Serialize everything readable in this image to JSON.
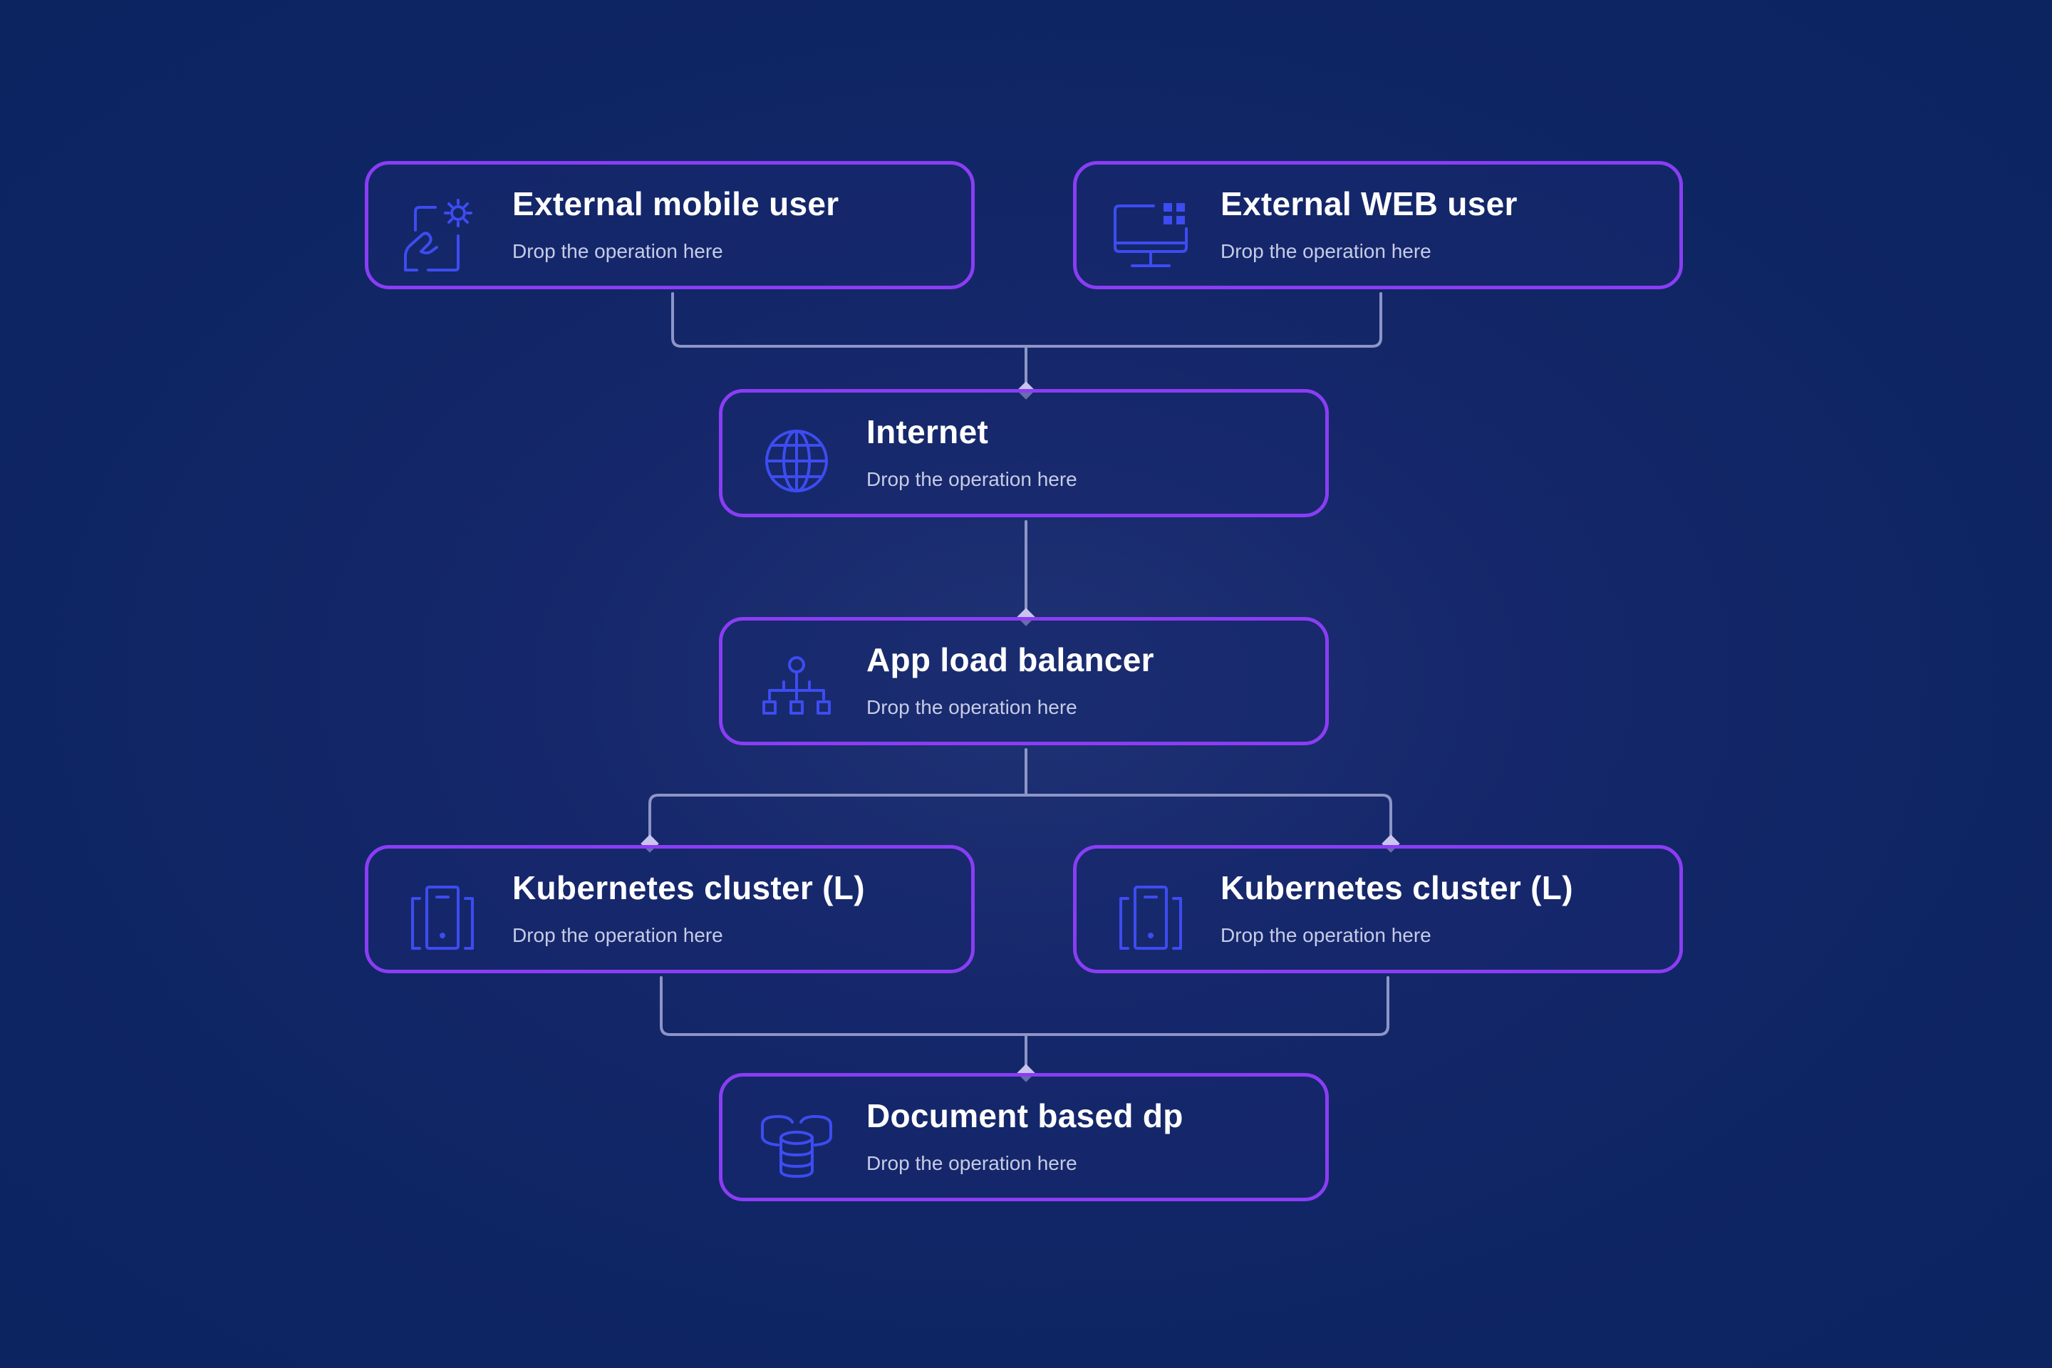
{
  "nodes": [
    {
      "id": "mobile-user",
      "title": "External mobile user",
      "subtitle": "Drop the operation here",
      "icon": "mobile-gear-icon"
    },
    {
      "id": "web-user",
      "title": "External WEB user",
      "subtitle": "Drop the operation here",
      "icon": "monitor-icon"
    },
    {
      "id": "internet",
      "title": "Internet",
      "subtitle": "Drop the operation here",
      "icon": "globe-icon"
    },
    {
      "id": "load-balancer",
      "title": "App load balancer",
      "subtitle": "Drop the operation here",
      "icon": "network-hierarchy-icon"
    },
    {
      "id": "k8s-left",
      "title": "Kubernetes cluster (L)",
      "subtitle": "Drop the operation here",
      "icon": "server-cluster-icon"
    },
    {
      "id": "k8s-right",
      "title": "Kubernetes cluster (L)",
      "subtitle": "Drop the operation here",
      "icon": "server-cluster-icon"
    },
    {
      "id": "document-db",
      "title": "Document based dp",
      "subtitle": "Drop the operation here",
      "icon": "database-icon"
    }
  ],
  "edges": [
    {
      "from": "mobile-user",
      "to": "internet"
    },
    {
      "from": "web-user",
      "to": "internet"
    },
    {
      "from": "internet",
      "to": "load-balancer"
    },
    {
      "from": "load-balancer",
      "to": "k8s-left"
    },
    {
      "from": "load-balancer",
      "to": "k8s-right"
    },
    {
      "from": "k8s-left",
      "to": "document-db"
    },
    {
      "from": "k8s-right",
      "to": "document-db"
    }
  ],
  "colors": {
    "background": "#0d2562",
    "node_border": "#8a3df4",
    "icon": "#3d4cf0",
    "connector": "#8d95c8",
    "title": "#ffffff",
    "subtitle": "#c6cbe6"
  }
}
